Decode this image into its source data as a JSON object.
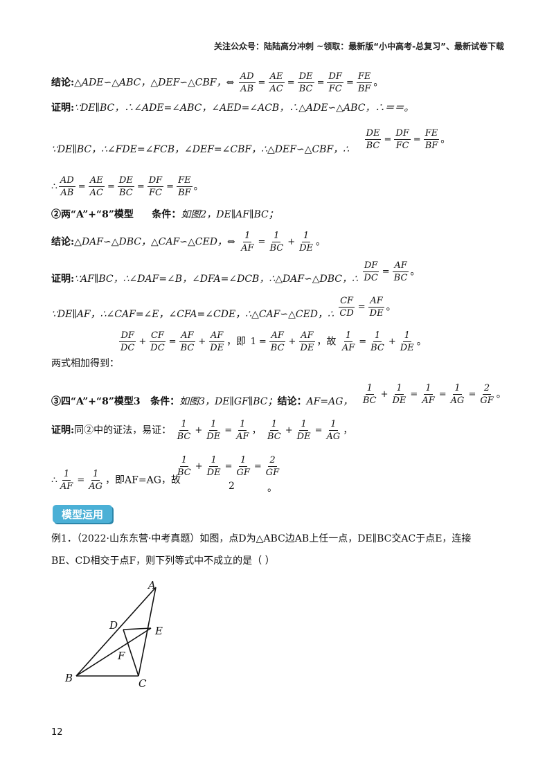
{
  "header": "关注公众号：陆陆高分冲刺 ~领取：最新版“小中高考-总复习”、最新试卷下载",
  "s1": {
    "label": "结论:",
    "text": "△ADE∽△ABC，△DEF∽△CBF，⇔",
    "fracs": [
      [
        "AD",
        "AB"
      ],
      [
        "AE",
        "AC"
      ],
      [
        "DE",
        "BC"
      ],
      [
        "DF",
        "FC"
      ],
      [
        "FE",
        "BF"
      ]
    ],
    "end": "。"
  },
  "s2": {
    "label": "证明:",
    "text": "∵DE∥BC，∴∠ADE=∠ABC，∠AED=∠ACB，∴△ADE∽△ABC，∴＝＝。"
  },
  "s3": {
    "text": "∵DE∥BC，∴∠FDE=∠FCB，∠DEF=∠CBF，∴△DEF∽△CBF，∴",
    "fracs": [
      [
        "DE",
        "BC"
      ],
      [
        "DF",
        "FC"
      ],
      [
        "FE",
        "BF"
      ]
    ],
    "end": "。"
  },
  "s4": {
    "prefix": "∴",
    "fracs": [
      [
        "AD",
        "AB"
      ],
      [
        "AE",
        "AC"
      ],
      [
        "DE",
        "BC"
      ],
      [
        "DF",
        "FC"
      ],
      [
        "FE",
        "BF"
      ]
    ],
    "end": "。"
  },
  "s5": {
    "label": "②两“A”+“8”模型",
    "cond_label": "条件：",
    "text": "如图2，DE∥AF∥BC；"
  },
  "s6": {
    "label": "结论:",
    "text": "△DAF∽△DBC，△CAF∽△CED，⇔",
    "fracs": [
      [
        "1",
        "AF"
      ],
      [
        "1",
        "BC"
      ],
      [
        "1",
        "DE"
      ]
    ],
    "end": "。"
  },
  "s7": {
    "label": "证明:",
    "text": "∵AF∥BC，∴∠DAF=∠B，∠DFA=∠DCB，∴△DAF∽△DBC，∴",
    "fracs": [
      [
        "DF",
        "DC"
      ],
      [
        "AF",
        "BC"
      ]
    ],
    "end": "。"
  },
  "s8": {
    "text": "∵DE∥AF，∴∠CAF=∠E，∠CFA=∠CDE，∴△CAF∽△CED，∴",
    "fracs": [
      [
        "CF",
        "CD"
      ],
      [
        "AF",
        "DE"
      ]
    ],
    "end": "。"
  },
  "s9": {
    "g1": [
      [
        "DF",
        "DC"
      ],
      [
        "CF",
        "DC"
      ],
      [
        "AF",
        "BC"
      ],
      [
        "AF",
        "DE"
      ]
    ],
    "mid1": "，即",
    "one": "1",
    "g2": [
      [
        "AF",
        "BC"
      ],
      [
        "AF",
        "DE"
      ]
    ],
    "mid2": "，故",
    "g3": [
      [
        "1",
        "AF"
      ],
      [
        "1",
        "BC"
      ],
      [
        "1",
        "DE"
      ]
    ],
    "end": "。"
  },
  "s10": {
    "text": "两式相加得到："
  },
  "s11": {
    "label": "③四“A”+“8”模型3",
    "cond_label": "条件：",
    "text": "如图3，DE∥GF∥BC；",
    "concl_label": "结论：",
    "text2": "AF=AG，",
    "fracs": [
      [
        "1",
        "BC"
      ],
      [
        "1",
        "DE"
      ],
      [
        "1",
        "AF"
      ],
      [
        "1",
        "AG"
      ],
      [
        "2",
        "GF"
      ]
    ],
    "end": "。"
  },
  "s12": {
    "label": "证明:",
    "text": "同②中的证法，易证：",
    "g1": [
      [
        "1",
        "BC"
      ],
      [
        "1",
        "DE"
      ],
      [
        "1",
        "AF"
      ]
    ],
    "g2": [
      [
        "1",
        "BC"
      ],
      [
        "1",
        "DE"
      ],
      [
        "1",
        "AG"
      ]
    ],
    "sep": "，",
    "end": "，"
  },
  "s13": {
    "prefix": "∴",
    "fracs": [
      [
        "1",
        "AF"
      ],
      [
        "1",
        "AG"
      ]
    ],
    "text": "，即AF=AG，故",
    "g2": [
      [
        "1",
        "BC"
      ],
      [
        "1",
        "DE"
      ],
      [
        "1",
        "GF"
      ],
      [
        "2",
        "GF"
      ]
    ],
    "two": "2",
    "end": "。"
  },
  "badge": "模型运用",
  "ex1": {
    "line1": "例1．（2022·山东东营·中考真题）如图，点D为△ABC边AB上任一点，DE∥BC交AC于点E，连接",
    "line2": "BE、CD相交于点F，则下列等式中不成立的是（    ）"
  },
  "figure": {
    "labels": {
      "A": "A",
      "B": "B",
      "C": "C",
      "D": "D",
      "E": "E",
      "F": "F"
    }
  },
  "page_number": "12"
}
